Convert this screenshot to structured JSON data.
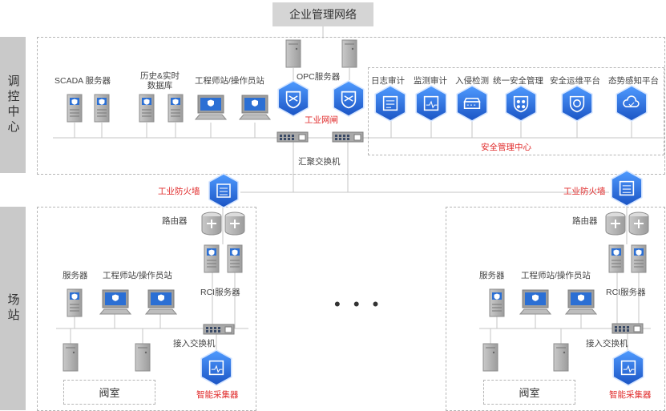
{
  "top": {
    "enterprise_network": "企业管理网络"
  },
  "side": {
    "control_center": "调控中心",
    "station": "场站"
  },
  "control": {
    "scada": "SCADA 服务器",
    "history": "历史&实时\n数据库",
    "eng_station": "工程师站/操作员站",
    "opc": "OPC服务器",
    "gateway": "工业网闸",
    "agg_switch": "汇聚交换机",
    "security_center": "安全管理中心",
    "security_items": [
      "日志审计",
      "监测审计",
      "入侵检测",
      "统一安全管理",
      "安全运维平台",
      "态势感知平台"
    ]
  },
  "station_left": {
    "firewall": "工业防火墙",
    "router": "路由器",
    "server": "服务器",
    "eng_station": "工程师站/操作员站",
    "rci": "RCI服务器",
    "access_switch": "接入交换机",
    "valve_room": "阀室",
    "collector": "智能采集器"
  },
  "station_right": {
    "firewall": "工业防火墙",
    "router": "路由器",
    "server": "服务器",
    "eng_station": "工程师站/操作员站",
    "rci": "RCI服务器",
    "access_switch": "接入交换机",
    "valve_room": "阀室",
    "collector": "智能采集器"
  },
  "ellipsis": "• • •",
  "colors": {
    "accent": "#2a6fd6",
    "alert": "#e02a2a",
    "device": "#a7a7a7"
  },
  "icons": [
    "server-icon",
    "monitor-icon",
    "hex-shield-icon",
    "switch-icon",
    "router-icon",
    "firewall-icon"
  ]
}
